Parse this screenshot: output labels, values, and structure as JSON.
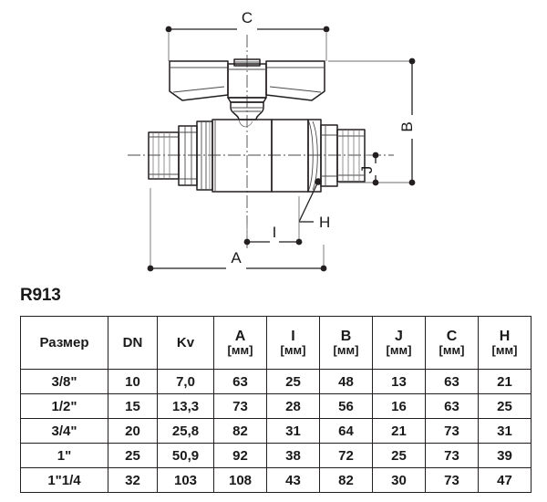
{
  "product": {
    "code": "R913"
  },
  "drawing": {
    "name": "ball-valve-butterfly-handle-technical-drawing",
    "dimension_labels": {
      "A": "A",
      "I": "I",
      "B": "B",
      "J": "J",
      "C": "C",
      "H": "H"
    }
  },
  "table": {
    "columns": [
      {
        "key": "size",
        "label": "Размер",
        "unit": ""
      },
      {
        "key": "dn",
        "label": "DN",
        "unit": ""
      },
      {
        "key": "kv",
        "label": "Kv",
        "unit": ""
      },
      {
        "key": "a",
        "label": "A",
        "unit": "[мм]"
      },
      {
        "key": "i",
        "label": "I",
        "unit": "[мм]"
      },
      {
        "key": "b",
        "label": "B",
        "unit": "[мм]"
      },
      {
        "key": "j",
        "label": "J",
        "unit": "[мм]"
      },
      {
        "key": "c",
        "label": "C",
        "unit": "[мм]"
      },
      {
        "key": "h",
        "label": "H",
        "unit": "[мм]"
      }
    ],
    "rows": [
      {
        "size": "3/8\"",
        "dn": "10",
        "kv": "7,0",
        "a": "63",
        "i": "25",
        "b": "48",
        "j": "13",
        "c": "63",
        "h": "21"
      },
      {
        "size": "1/2\"",
        "dn": "15",
        "kv": "13,3",
        "a": "73",
        "i": "28",
        "b": "56",
        "j": "16",
        "c": "63",
        "h": "25"
      },
      {
        "size": "3/4\"",
        "dn": "20",
        "kv": "25,8",
        "a": "82",
        "i": "31",
        "b": "64",
        "j": "21",
        "c": "73",
        "h": "31"
      },
      {
        "size": "1\"",
        "dn": "25",
        "kv": "50,9",
        "a": "92",
        "i": "38",
        "b": "72",
        "j": "25",
        "c": "73",
        "h": "39"
      },
      {
        "size": "1\"1/4",
        "dn": "32",
        "kv": "103",
        "a": "108",
        "i": "43",
        "b": "82",
        "j": "30",
        "c": "73",
        "h": "47"
      }
    ]
  },
  "colors": {
    "line": "#231f20",
    "text": "#1a1a1a",
    "background": "#ffffff"
  }
}
